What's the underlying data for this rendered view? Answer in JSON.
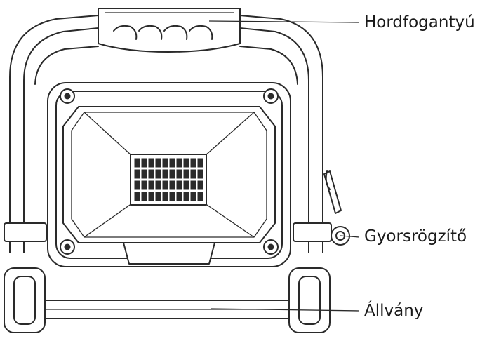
{
  "labels": {
    "handle": "Hordfogantyú",
    "quick_clamp": "Gyorsrögzítő",
    "stand": "Állvány"
  },
  "colors": {
    "line": "#2a2a2a",
    "background": "#ffffff",
    "text": "#1a1a1a"
  }
}
